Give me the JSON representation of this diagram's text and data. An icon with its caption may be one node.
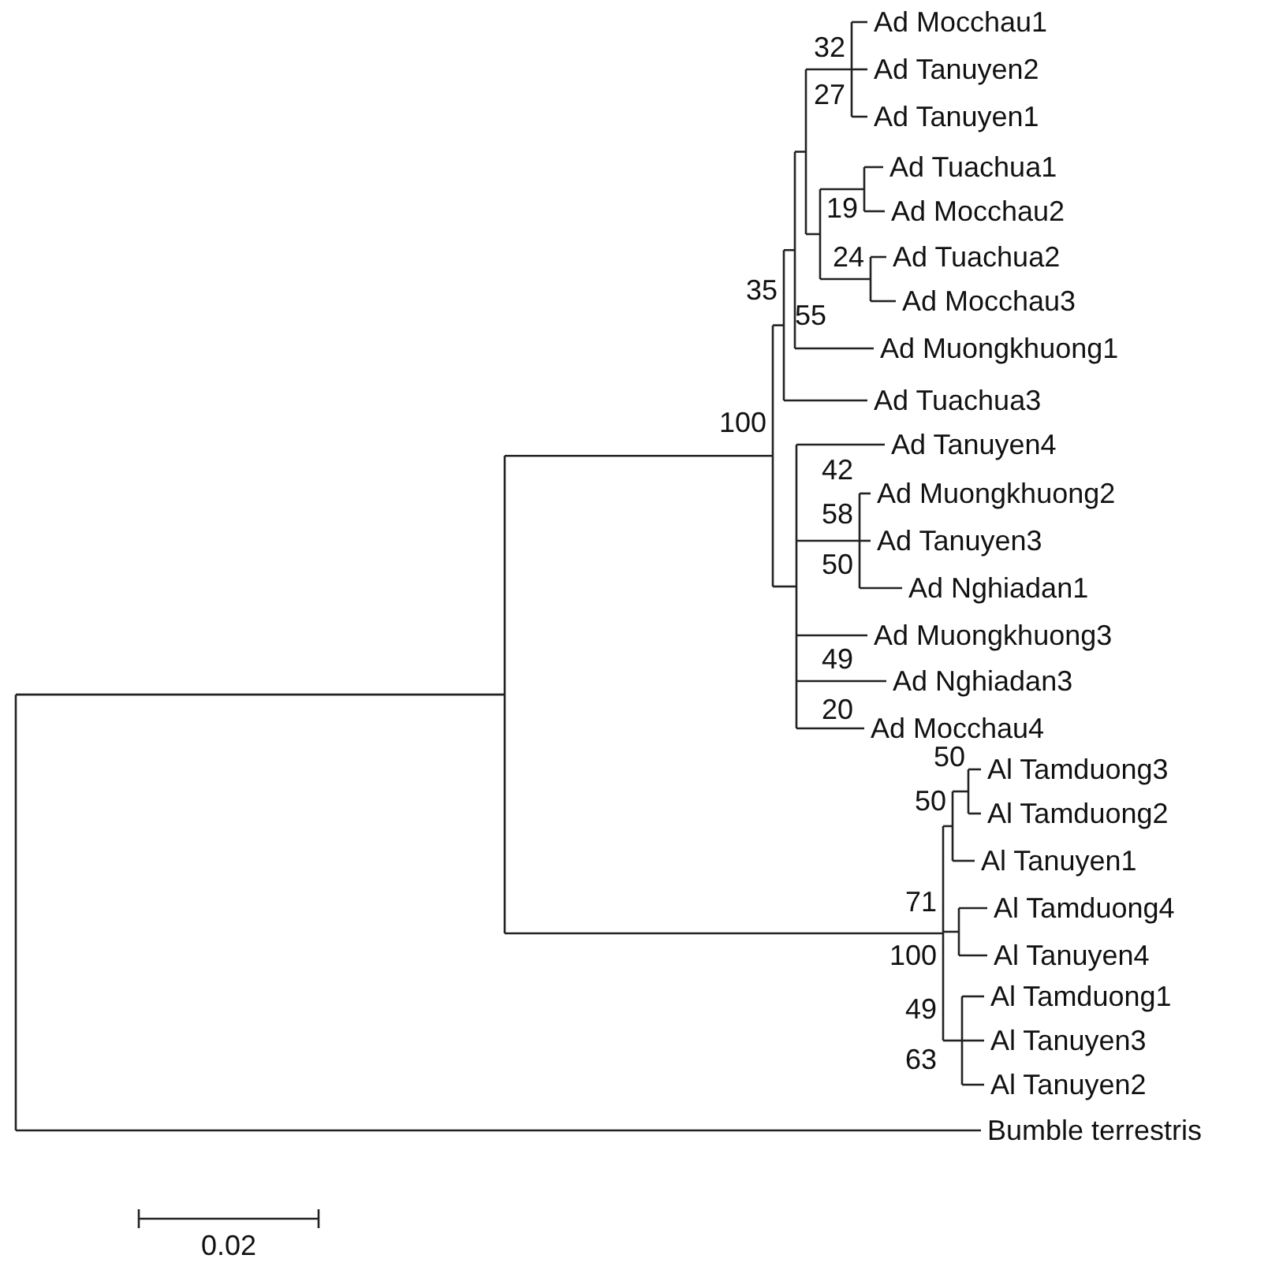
{
  "diagram": {
    "labels": [
      "Ad Mocchau1",
      "32",
      "Ad Tanuyen2",
      "27",
      "Ad Tanuyen1",
      "Ad Tuachua1",
      "19",
      "Ad Mocchau2",
      "24",
      "Ad Tuachua2",
      "Ad Mocchau3",
      "35",
      "55",
      "Ad Muongkhuong1",
      "Ad Tuachua3",
      "100",
      "Ad Tanuyen4",
      "42",
      "Ad Muongkhuong2",
      "58",
      "Ad Tanuyen3",
      "50",
      "Ad Nghiadan1",
      "Ad Muongkhuong3",
      "49",
      "Ad Nghiadan3",
      "20",
      "Ad Mocchau4",
      "50",
      "Al Tamduong3",
      "50",
      "Al Tamduong2",
      "Al Tanuyen1",
      "71",
      "Al Tamduong4",
      "100",
      "Al Tanuyen4",
      "49",
      "Al Tamduong1",
      "Al Tanuyen3",
      "63",
      "Al Tanuyen2",
      "Bumble terrestris",
      "0.02"
    ]
  }
}
